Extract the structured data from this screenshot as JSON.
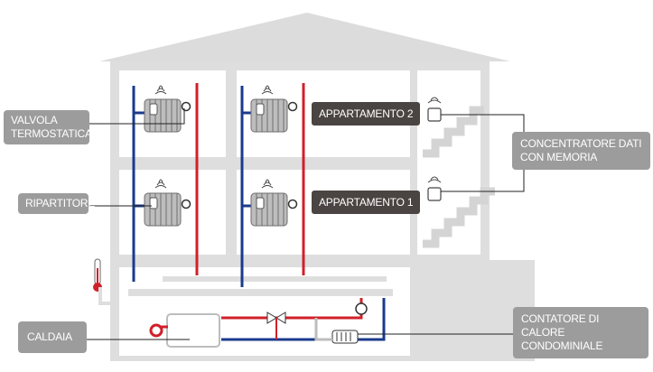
{
  "labels": {
    "valve": "VALVOLA\nTERMOSTATICA",
    "allocator": "RIPARTITORE",
    "boiler": "CALDAIA",
    "concentrator": "CONCENTRATORE DATI\nCON MEMORIA",
    "heat_meter": "CONTATORE DI CALORE\nCONDOMINIALE",
    "apt2": "APPARTAMENTO 2",
    "apt1": "APPARTAMENTO 1"
  },
  "colors": {
    "house": "#d9d9d9",
    "supply": "#d0202a",
    "return": "#1a3a8c",
    "callout": "#9c9c9c",
    "apartment_label": "#4a4442"
  }
}
